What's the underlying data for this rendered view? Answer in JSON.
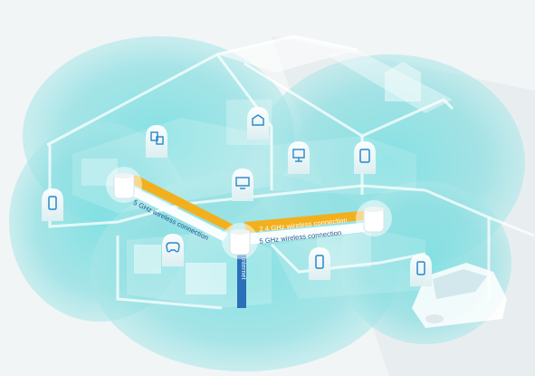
{
  "links": {
    "left_24ghz": "2.4 GHz wireless connection",
    "left_5ghz": "5 GHz wireless connection",
    "right_24ghz": "2.4 GHz wireless connection",
    "right_5ghz": "5 GHz wireless connection",
    "internet": "Internet"
  },
  "icons": {
    "left_wall": "smartphone-icon",
    "upper_left_room": "smart-home-devices-icon",
    "attic": "cloud-storage-icon",
    "living_room": "smart-tv-icon",
    "upper_right_room": "desktop-computer-icon",
    "right_bedroom": "tablet-icon",
    "basement": "game-controller-icon",
    "kitchen": "smartphone-icon",
    "garage": "smartphone-icon"
  },
  "colors": {
    "wifi_coverage": "#5fd2d6",
    "connection_24ghz": "#f2b01e",
    "connection_5ghz": "#1d4f8c",
    "internet_line": "#2a6fb8"
  }
}
